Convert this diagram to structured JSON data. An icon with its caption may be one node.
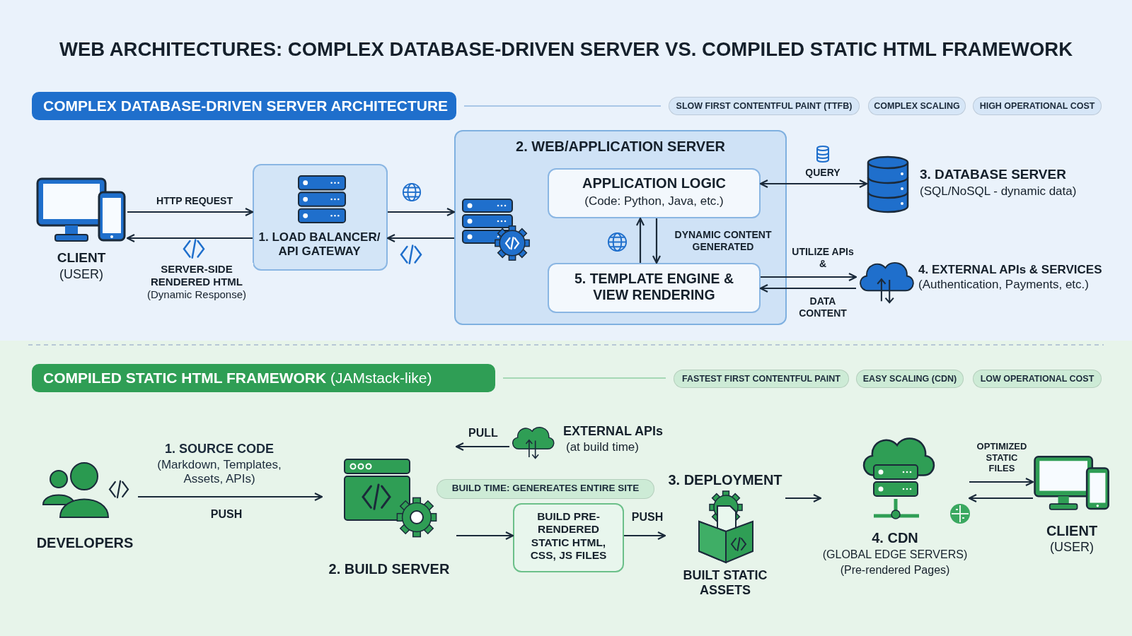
{
  "diagram": {
    "title": "WEB ARCHITECTURES: COMPLEX DATABASE-DRIVEN SERVER VS. COMPILED STATIC HTML FRAMEWORK",
    "nodes": [
      {
        "text": [
          "CLIENT",
          "(USER)"
        ]
      },
      {
        "text": [
          "1. LOAD BALANCER/ API GATEWAY"
        ]
      },
      {
        "text": [
          "2. WEB/APPLICATION SERVER"
        ]
      },
      {
        "text": [
          "APPLICATION LOGIC",
          "(Code: Python, Java, etc.)"
        ],
        "in": 2
      },
      {
        "text": [
          "5. TEMPLATE ENGINE & VIEW RENDERING"
        ],
        "in": 2
      },
      {
        "text": [
          "3. DATABASE SERVER",
          "(SQL/NoSQL - dynamic data)"
        ]
      },
      {
        "text": [
          "4. EXTERNAL APIs & SERVICES",
          "(Authentication, Payments, etc.)"
        ]
      },
      {
        "text": [
          "DEVELOPERS"
        ]
      },
      {
        "text": [
          "2. BUILD SERVER"
        ]
      },
      {
        "text": [
          "EXTERNAL APIs",
          "(at build time)"
        ]
      },
      {
        "text": [
          "BUILD PRE-RENDERED STATIC HTML, CSS, JS FILES"
        ]
      },
      {
        "text": [
          "3. DEPLOYMENT",
          "BUILT STATIC ASSETS"
        ]
      },
      {
        "text": [
          "4. CDN",
          "(GLOBAL EDGE SERVERS)",
          "(Pre-rendered Pages)"
        ]
      },
      {
        "text": [
          "CLIENT",
          "(USER)"
        ]
      }
    ],
    "edges": [
      {
        "from": 0,
        "to": 1,
        "arrow": "to",
        "label": "HTTP REQUEST"
      },
      {
        "from": 1,
        "to": 0,
        "arrow": "to",
        "label": "**SERVER-SIDE RENDERED HTML** (Dynamic Response)"
      },
      {
        "from": 1,
        "to": 2,
        "arrow": "to"
      },
      {
        "from": 2,
        "to": 1,
        "arrow": "to"
      },
      {
        "from": 3,
        "to": 5,
        "arrow": "both",
        "label": "QUERY"
      },
      {
        "from": 4,
        "to": 3,
        "arrow": "to"
      },
      {
        "from": 3,
        "to": 4,
        "arrow": "to",
        "label": "DYNAMIC CONTENT GENERATED"
      },
      {
        "from": 4,
        "to": 6,
        "arrow": "to",
        "label": "UTILIZE APIs &"
      },
      {
        "from": 6,
        "to": 4,
        "arrow": "to",
        "label": "DATA CONTENT"
      },
      {
        "from": 7,
        "to": 8,
        "arrow": "to",
        "label": "PUSH"
      },
      {
        "from": 9,
        "to": 8,
        "arrow": "to",
        "label": "PULL"
      },
      {
        "from": 8,
        "to": 10,
        "arrow": "to"
      },
      {
        "from": 10,
        "to": 11,
        "arrow": "to",
        "label": "PUSH"
      },
      {
        "from": 11,
        "to": 12,
        "arrow": "to"
      },
      {
        "from": 12,
        "to": 13,
        "arrow": "to",
        "label": "OPTIMIZED STATIC FILES"
      },
      {
        "from": 13,
        "to": 12,
        "arrow": "to"
      }
    ],
    "labels": [
      "COMPLEX DATABASE-DRIVEN SERVER ARCHITECTURE",
      "SLOW FIRST CONTENTFUL PAINT (TTFB)",
      "COMPLEX SCALING",
      "HIGH OPERATIONAL COST",
      "**COMPILED STATIC HTML FRAMEWORK** (JAMstack-like)",
      "FASTEST FIRST CONTENTFUL PAINT",
      "EASY SCALING (CDN)",
      "LOW OPERATIONAL COST",
      "1. SOURCE CODE",
      "(Markdown, Templates, Assets, APIs)",
      "BUILD TIME: GENEREATES ENTIRE SITE"
    ]
  }
}
